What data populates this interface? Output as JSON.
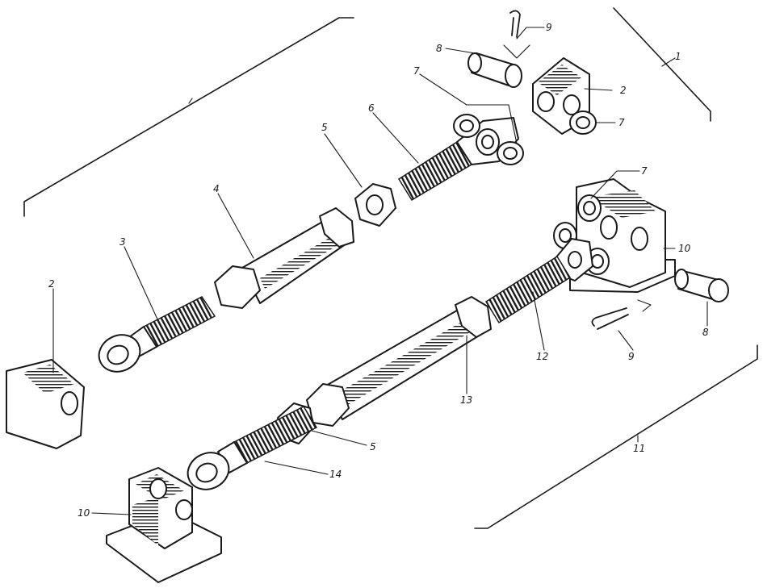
{
  "diagram": {
    "callouts": [
      {
        "id": "1",
        "text": "1"
      },
      {
        "id": "2a",
        "text": "2"
      },
      {
        "id": "2b",
        "text": "2"
      },
      {
        "id": "3",
        "text": "3"
      },
      {
        "id": "4",
        "text": "4"
      },
      {
        "id": "5a",
        "text": "5"
      },
      {
        "id": "5b",
        "text": "5"
      },
      {
        "id": "6",
        "text": "6"
      },
      {
        "id": "7a",
        "text": "7"
      },
      {
        "id": "7b",
        "text": "7"
      },
      {
        "id": "7c",
        "text": "7"
      },
      {
        "id": "8a",
        "text": "8"
      },
      {
        "id": "8b",
        "text": "8"
      },
      {
        "id": "9a",
        "text": "9"
      },
      {
        "id": "9b",
        "text": "9"
      },
      {
        "id": "10a",
        "text": "10"
      },
      {
        "id": "10b",
        "text": "10"
      },
      {
        "id": "11",
        "text": "11"
      },
      {
        "id": "12",
        "text": "12"
      },
      {
        "id": "13",
        "text": "13"
      },
      {
        "id": "14",
        "text": "14"
      }
    ]
  }
}
